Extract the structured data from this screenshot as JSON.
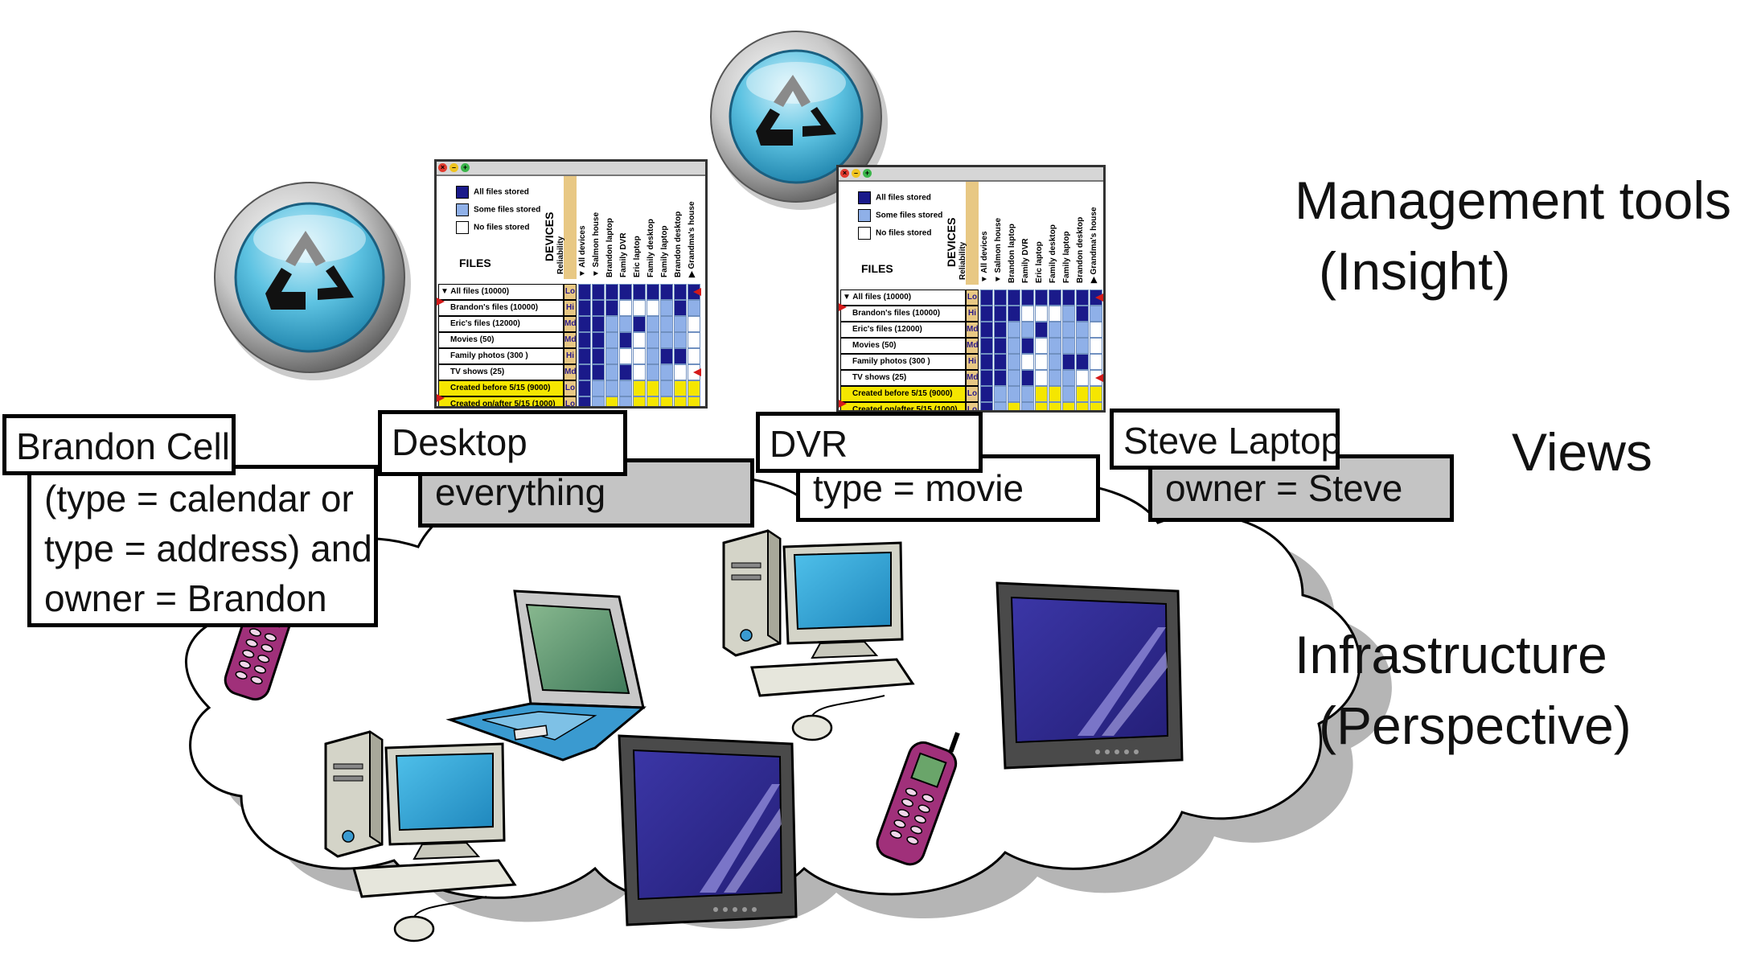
{
  "tiers": {
    "management": [
      "Management tools",
      "(Insight)"
    ],
    "views": "Views",
    "infrastructure": [
      "Infrastructure",
      "(Perspective)"
    ]
  },
  "views": [
    {
      "name": "Brandon Cell",
      "query": [
        "(type = calendar or",
        "type = address) and",
        "owner = Brandon"
      ],
      "style": "white"
    },
    {
      "name": "Desktop",
      "query": [
        "everything"
      ],
      "style": "gray"
    },
    {
      "name": "DVR",
      "query": [
        "type = movie"
      ],
      "style": "white"
    },
    {
      "name": "Steve Laptop",
      "query": [
        "owner = Steve"
      ],
      "style": "gray"
    }
  ],
  "tool": {
    "legend": [
      "All files stored",
      "Some files stored",
      "No files stored"
    ],
    "legend_colors": [
      "#1a1a8a",
      "#8fb0e8",
      "#ffffff"
    ],
    "files_header": "FILES",
    "devices_header": "DEVICES",
    "reliability_header": "Reliability",
    "devices": [
      "▼ All devices",
      "▼ Salmon house",
      "Brandon laptop",
      "Family DVR",
      "Eric laptop",
      "Family desktop",
      "Family laptop",
      "Brandon desktop",
      "▶ Grandma's house"
    ],
    "rows": [
      {
        "label": "▼ All files (10000)",
        "rel": "Lo",
        "highlight": false
      },
      {
        "label": "Brandon's files (10000)",
        "rel": "Hi",
        "highlight": false
      },
      {
        "label": "Eric's files (12000)",
        "rel": "Md",
        "highlight": false
      },
      {
        "label": "Movies (50)",
        "rel": "Md",
        "highlight": false
      },
      {
        "label": "Family photos (300 )",
        "rel": "Hi",
        "highlight": false
      },
      {
        "label": "TV shows (25)",
        "rel": "Md",
        "highlight": false
      },
      {
        "label": "Created before 5/15 (9000)",
        "rel": "Lo",
        "highlight": true
      },
      {
        "label": "Created on/after 5/15 (1000)",
        "rel": "Lo",
        "highlight": true
      }
    ],
    "grid": [
      [
        "all",
        "all",
        "all",
        "all",
        "all",
        "all",
        "all",
        "all",
        "all"
      ],
      [
        "all",
        "all",
        "all",
        "none",
        "none",
        "none",
        "some",
        "all",
        "some"
      ],
      [
        "all",
        "all",
        "some",
        "some",
        "all",
        "some",
        "some",
        "some",
        "none"
      ],
      [
        "all",
        "all",
        "some",
        "all",
        "none",
        "some",
        "some",
        "some",
        "none"
      ],
      [
        "all",
        "all",
        "some",
        "none",
        "none",
        "some",
        "all",
        "all",
        "none"
      ],
      [
        "all",
        "all",
        "some",
        "all",
        "none",
        "some",
        "some",
        "none",
        "none"
      ],
      [
        "all",
        "some",
        "some",
        "some",
        "yel",
        "yel",
        "some",
        "yel",
        "yel"
      ],
      [
        "all",
        "some",
        "yel",
        "some",
        "yel",
        "yel",
        "yel",
        "yel",
        "yel"
      ]
    ]
  },
  "colors": {
    "recycle_outer": "#bfbfbf",
    "recycle_inner": "#3fb3d6",
    "cloud_fill": "#ffffff",
    "cloud_shadow": "#b5b5b5",
    "monitor_screen": "#2e2a8a",
    "screen_cyan": "#3aa7d6",
    "laptop_blue": "#3a9ad0",
    "phone_purple": "#a0307a"
  }
}
